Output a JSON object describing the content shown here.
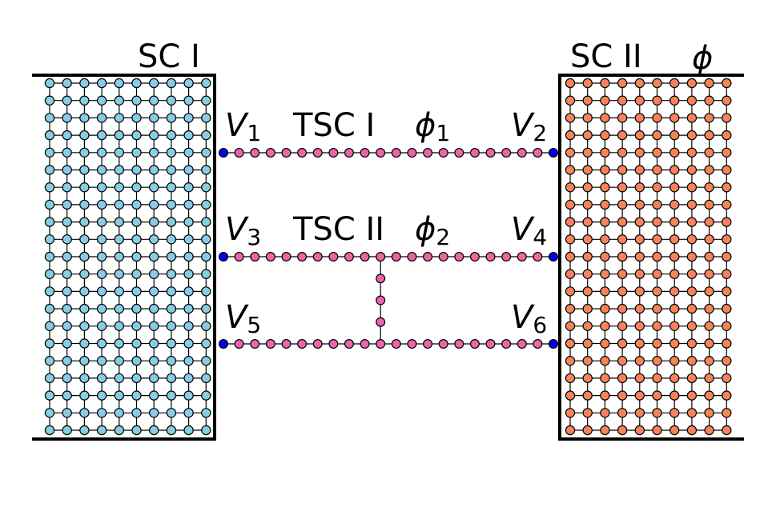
{
  "labels": {
    "sc1": "SC I",
    "sc2": "SC II",
    "phi": "ϕ",
    "tsc1": "TSC I",
    "tsc2": "TSC II",
    "phi1": {
      "main": "ϕ",
      "sub": "1"
    },
    "phi2": {
      "main": "ϕ",
      "sub": "2"
    },
    "v1": {
      "main": "V",
      "sub": "1"
    },
    "v2": {
      "main": "V",
      "sub": "2"
    },
    "v3": {
      "main": "V",
      "sub": "3"
    },
    "v4": {
      "main": "V",
      "sub": "4"
    },
    "v5": {
      "main": "V",
      "sub": "5"
    },
    "v6": {
      "main": "V",
      "sub": "6"
    }
  },
  "lattice": {
    "sc1": {
      "cols": 10,
      "rows": 21
    },
    "sc2": {
      "cols": 10,
      "rows": 21
    },
    "wire_sites": 20,
    "bridge_sites": 3
  },
  "colors": {
    "sc1_site": "#87cde6",
    "sc2_site": "#f5845a",
    "wire_site": "#ee64a7",
    "coupling_site": "#0000ee",
    "edge": "#000000"
  }
}
